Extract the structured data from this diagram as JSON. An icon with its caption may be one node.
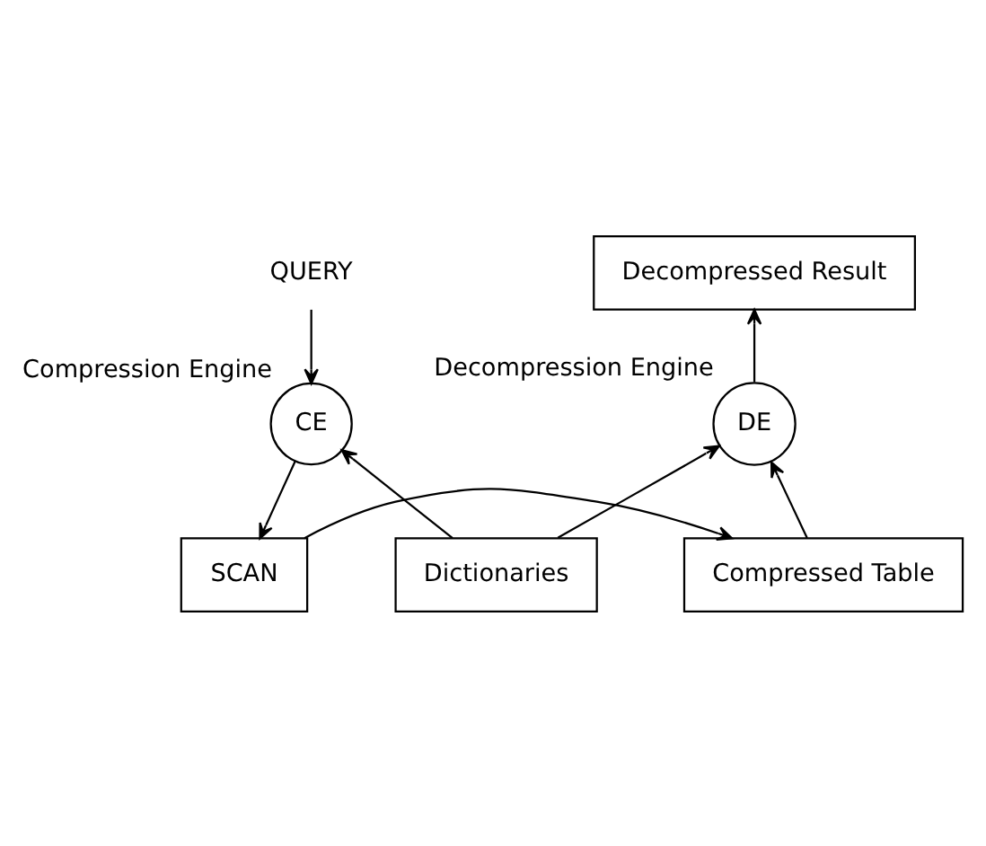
{
  "diagram": {
    "nodes": [
      {
        "text": [
          "QUERY"
        ]
      },
      {
        "text": [
          "CE"
        ],
        "beside": [
          "Compression Engine"
        ]
      },
      {
        "text": [
          "Dictionaries"
        ]
      },
      {
        "text": [
          "SCAN"
        ]
      },
      {
        "text": [
          "Compressed Table"
        ]
      },
      {
        "text": [
          "DE"
        ],
        "beside": [
          "Decompression Engine"
        ]
      },
      {
        "text": [
          "Decompressed Result"
        ]
      }
    ],
    "edges": [
      {
        "from": 0,
        "to": 1,
        "arrow": "to"
      },
      {
        "from": 2,
        "to": 1,
        "arrow": "to"
      },
      {
        "from": 1,
        "to": 3,
        "arrow": "to"
      },
      {
        "from": 3,
        "to": 4,
        "arrow": "to"
      },
      {
        "from": 2,
        "to": 5,
        "arrow": "to"
      },
      {
        "from": 4,
        "to": 5,
        "arrow": "to"
      },
      {
        "from": 5,
        "to": 6,
        "arrow": "to"
      }
    ]
  }
}
